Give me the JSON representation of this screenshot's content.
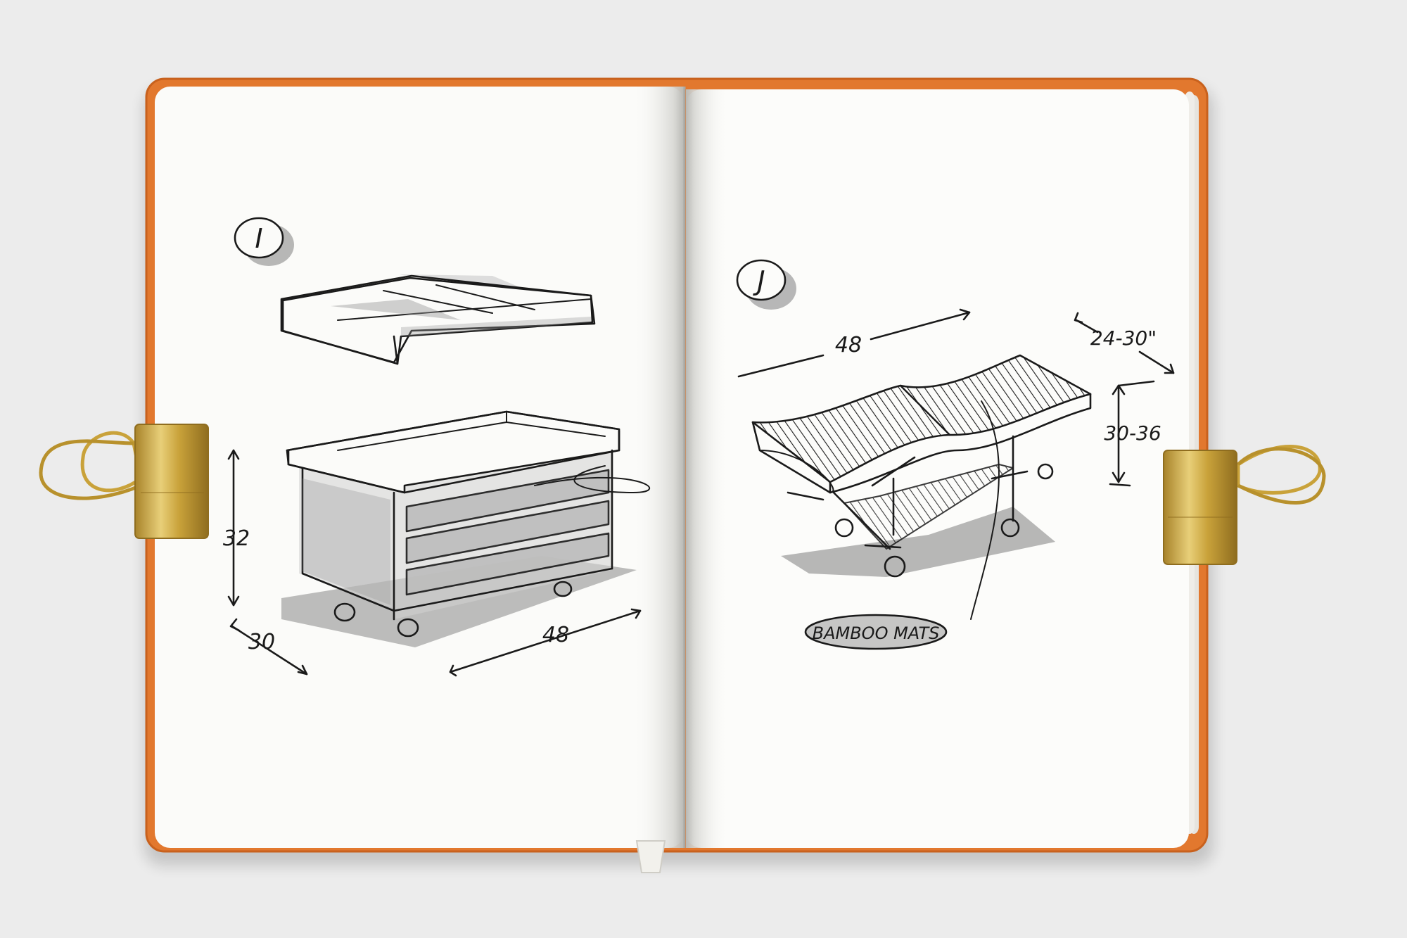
{
  "colors": {
    "background": "#ececec",
    "cover": "#e2782e",
    "page": "#fbfbf9",
    "ink": "#1a1a1a",
    "marker": "#9a9a9a",
    "clip": "#c9a23a"
  },
  "left_page": {
    "badge": "I",
    "dim_height": "32",
    "dim_depth": "30",
    "dim_width": "48"
  },
  "right_page": {
    "badge": "J",
    "dim_width": "48",
    "dim_depth": "24-30\"",
    "dim_height": "30-36",
    "callout": "BAMBOO MATS"
  },
  "icons": {
    "left_clip": "binder-clip-icon",
    "right_clip": "binder-clip-icon",
    "bookmark": "ribbon-bookmark-icon"
  }
}
